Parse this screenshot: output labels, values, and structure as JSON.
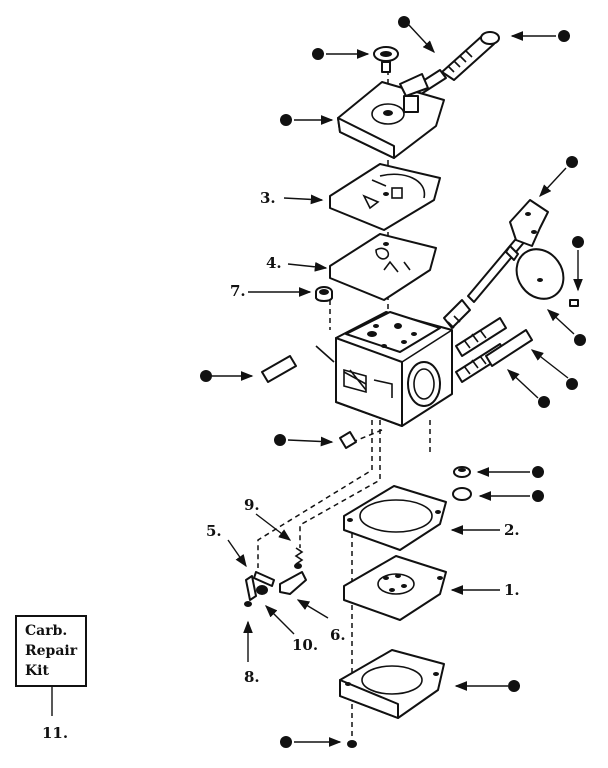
{
  "callouts": {
    "c1": "1.",
    "c2": "2.",
    "c3": "3.",
    "c4": "4.",
    "c5": "5.",
    "c6": "6.",
    "c7": "7.",
    "c8": "8.",
    "c9": "9.",
    "c10": "10.",
    "c11": "11."
  },
  "kit_box": {
    "line1": "Carb.",
    "line2": "Repair",
    "line3": "Kit"
  },
  "icons": {
    "reference_marker": "filled-dot-icon",
    "leader": "arrow-icon"
  }
}
